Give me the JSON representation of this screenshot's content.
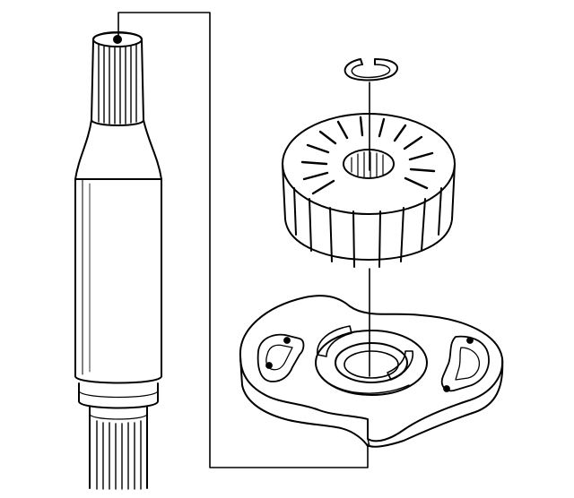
{
  "figure": {
    "kind": "exploded-assembly-line-drawing",
    "parts": [
      "shaft",
      "retaining-ring",
      "rotor",
      "cam-ring-plate"
    ],
    "colors": {
      "ink": "#000000",
      "paper": "#ffffff"
    }
  }
}
